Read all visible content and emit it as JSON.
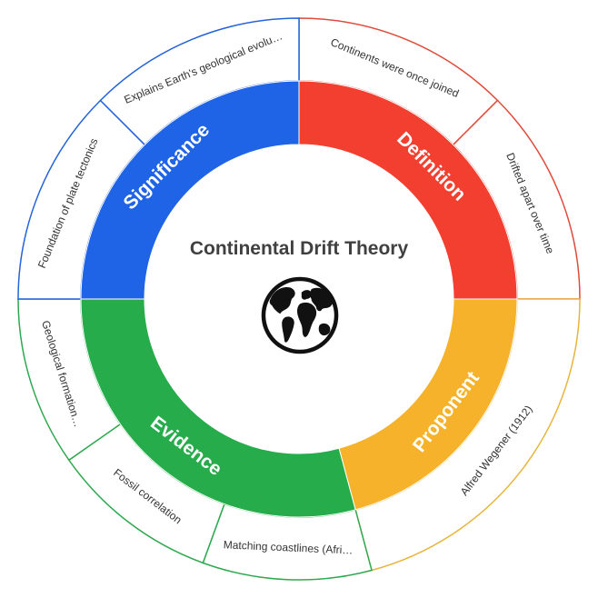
{
  "title": "Continental Drift Theory",
  "icon": "globe-icon",
  "segments": [
    {
      "id": "definition",
      "label": "Definition",
      "color": "#f33f2f",
      "border": "#e04a3c",
      "items": [
        "Continents were once joined",
        "Drifted apart over time"
      ]
    },
    {
      "id": "proponent",
      "label": "Proponent",
      "color": "#f5b22a",
      "border": "#e8b43a",
      "items": [
        "Alfred Wegener (1912)"
      ]
    },
    {
      "id": "evidence",
      "label": "Evidence",
      "color": "#26ac4a",
      "border": "#2fa84f",
      "items": [
        "Matching coastlines (Afri…",
        "Fossil correlation",
        "Geological formation…"
      ]
    },
    {
      "id": "significance",
      "label": "Significance",
      "color": "#1f63e6",
      "border": "#2563d9",
      "items": [
        "Foundation of plate tectonics",
        "Explains Earth's geological evolu…"
      ]
    }
  ]
}
